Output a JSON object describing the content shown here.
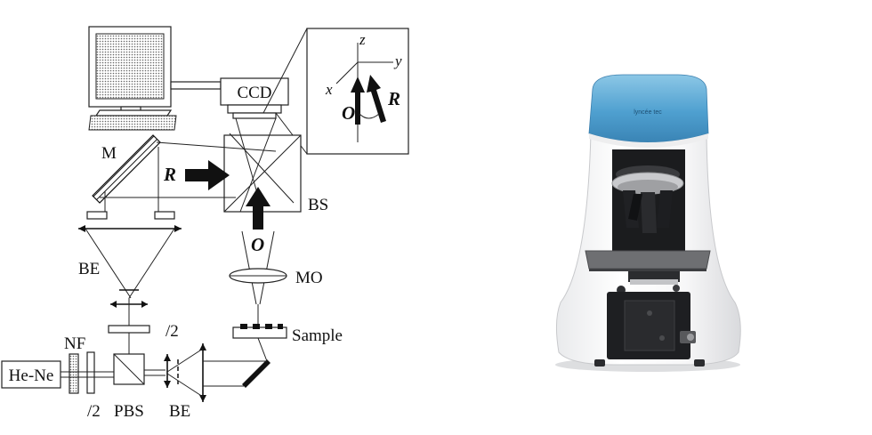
{
  "diagram": {
    "labels": {
      "ccd": "CCD",
      "axis_z": "z",
      "axis_y": "y",
      "axis_x": "x",
      "object_inset": "O",
      "reference_inset": "R",
      "mirror": "M",
      "reference": "R",
      "beam_splitter": "BS",
      "object_beam": "O",
      "beam_expander_left": "BE",
      "microscope_objective": "MO",
      "half_wave_top": "/2",
      "sample": "Sample",
      "neutral_filter": "NF",
      "laser": "He-Ne",
      "half_wave_bottom": "/2",
      "polarizing_bs": "PBS",
      "beam_expander_bottom": "BE"
    },
    "brand_text": "lyncée tec"
  }
}
